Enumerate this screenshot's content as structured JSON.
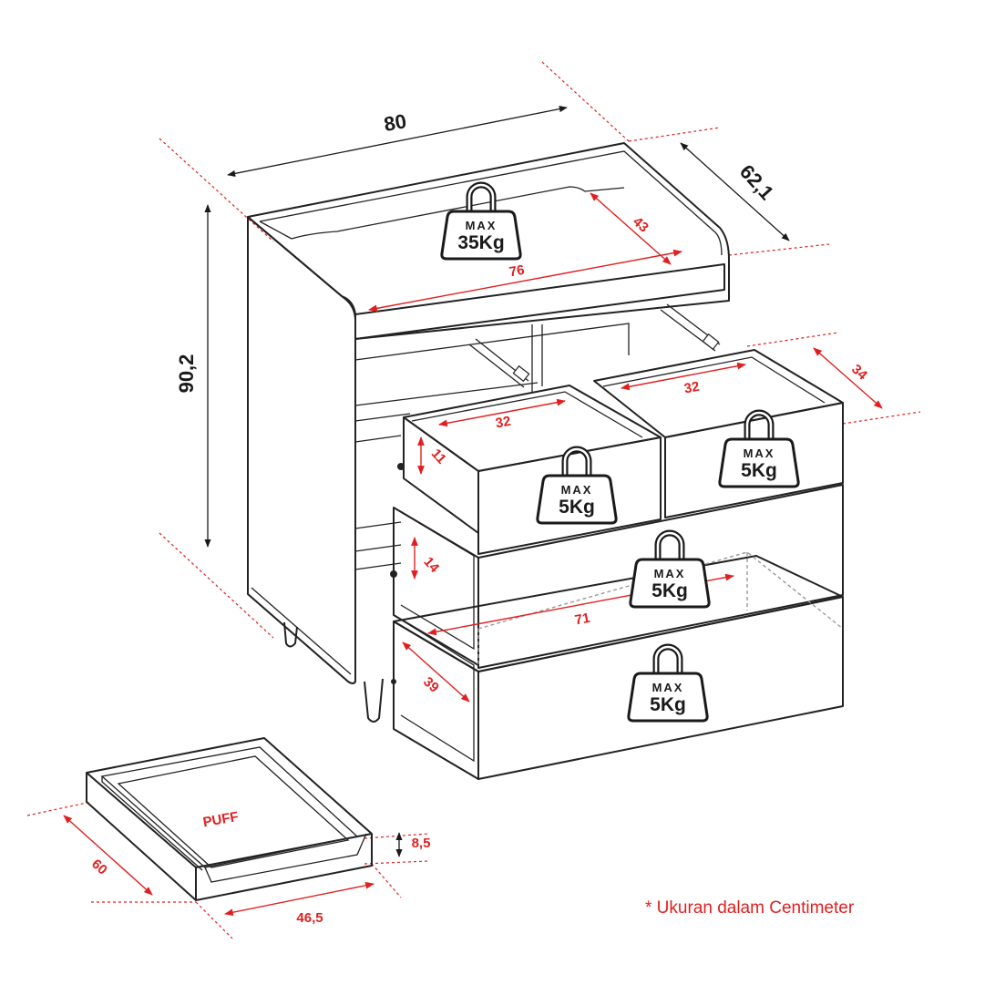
{
  "dimensions": {
    "width": "80",
    "depth": "62,1",
    "height": "90,2",
    "top_depth": "43",
    "top_width": "76",
    "drawer_depth": "34",
    "small_drawer_left_width": "32",
    "small_drawer_right_width": "32",
    "small_drawer_height": "11",
    "mid_drawer_height": "14",
    "big_drawer_width": "71",
    "bottom_drawer_depth": "39",
    "puff_depth": "60",
    "puff_width": "46,5",
    "puff_height": "8,5"
  },
  "weights": {
    "max_label": "MAX",
    "top": "35Kg",
    "drawer_small_left": "5Kg",
    "drawer_small_right": "5Kg",
    "drawer_mid": "5Kg",
    "drawer_bottom": "5Kg"
  },
  "puff_label": "PUFF",
  "footnote": "* Ukuran dalam Centimeter",
  "colors": {
    "accent": "#e02020",
    "line": "#222222"
  }
}
